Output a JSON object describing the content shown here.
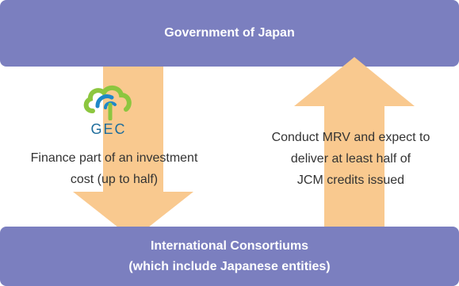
{
  "top_box": {
    "label": "Government of Japan"
  },
  "bottom_box": {
    "line1": "International Consortiums",
    "line2": "(which include Japanese entities)"
  },
  "left_flow": {
    "logo_text": "GEC",
    "line1": "Finance part of an investment",
    "line2": "cost (up to half)"
  },
  "right_flow": {
    "line1": "Conduct MRV and expect to",
    "line2": "deliver at least half of",
    "line3": "JCM credits issued"
  },
  "colors": {
    "box": "#7b7fbf",
    "arrow": "#f9c98f",
    "logo_green": "#8cc63f",
    "logo_blue": "#1e88c8"
  },
  "icons": {
    "logo": "gec-cloud-logo"
  }
}
